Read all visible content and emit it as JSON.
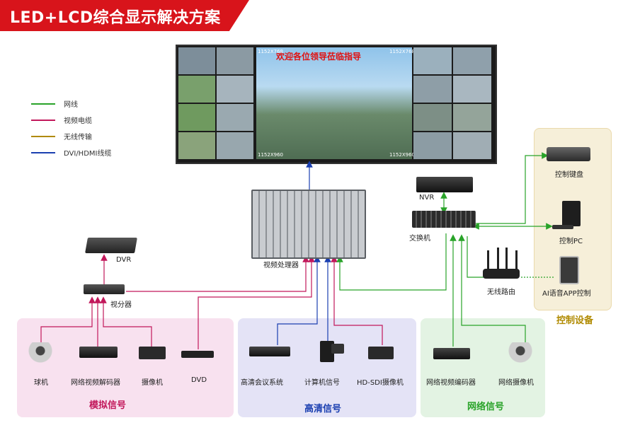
{
  "title": "LED+LCD综合显示解决方案",
  "legend": [
    {
      "label": "网线",
      "color": "#29a329"
    },
    {
      "label": "视频电缆",
      "color": "#c2185b"
    },
    {
      "label": "无线传输",
      "color": "#b08a00"
    },
    {
      "label": "DVI/HDMI线缆",
      "color": "#1a3fb0"
    }
  ],
  "video_wall": {
    "banner": "欢迎各位领导莅临指导",
    "res_top_left": "1152X768",
    "res_top_right": "1152X768",
    "res_bottom_left": "1152X960",
    "res_bottom_right": "1152X960"
  },
  "devices": {
    "dvr": "DVR",
    "splitter": "视分器",
    "processor": "视频处理器",
    "nvr": "NVR",
    "switch": "交换机",
    "router": "无线路由",
    "keyboard": "控制键盘",
    "pc": "控制PC",
    "ai_app": "AI语音APP控制"
  },
  "groups": {
    "analog": {
      "title": "模拟信号",
      "items": [
        "球机",
        "网络视频解码器",
        "摄像机",
        "DVD"
      ]
    },
    "hd": {
      "title": "高清信号",
      "items": [
        "高清会议系统",
        "计算机信号",
        "HD-SDI摄像机"
      ]
    },
    "network": {
      "title": "网络信号",
      "items": [
        "网络视频编码器",
        "网络摄像机"
      ]
    },
    "control": {
      "title": "控制设备"
    }
  },
  "colors": {
    "network": "#29a329",
    "video": "#c2185b",
    "wireless": "#b08a00",
    "dvi": "#1a3fb0",
    "title_red": "#d8141b"
  }
}
